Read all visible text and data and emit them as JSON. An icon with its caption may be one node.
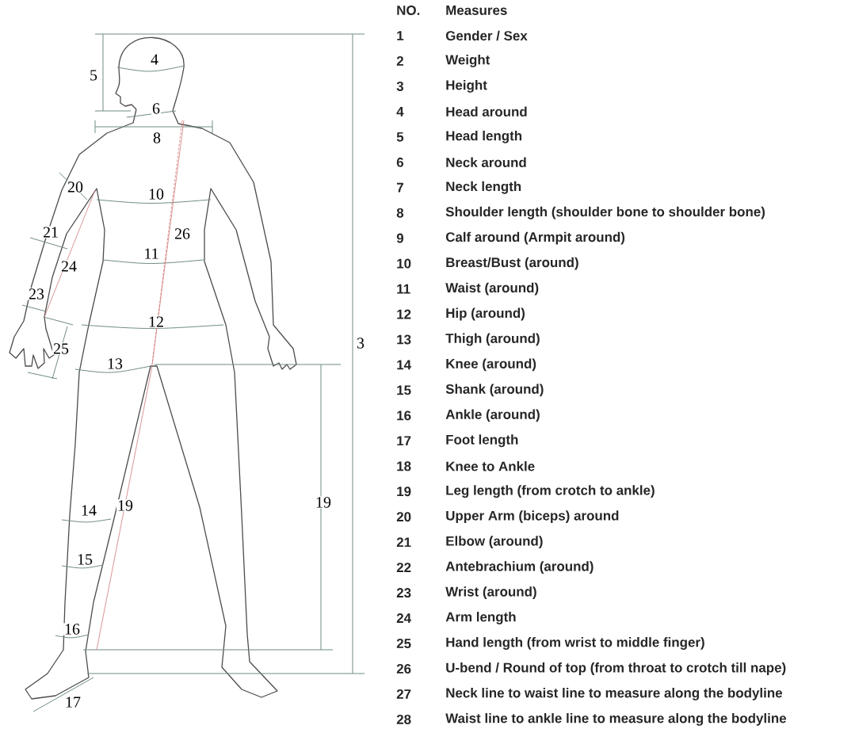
{
  "diagram": {
    "labels": [
      "4",
      "5",
      "6",
      "8",
      "20",
      "10",
      "21",
      "26",
      "11",
      "24",
      "23",
      "12",
      "25",
      "3",
      "13",
      "19",
      "14",
      "19",
      "15",
      "16",
      "17",
      "NO.",
      "Measures",
      "1",
      "Gender / Sex",
      "2",
      "Weight",
      "3",
      "Height",
      "4",
      "Head around",
      "5",
      "Head length",
      "6",
      "Neck around",
      "7",
      "Neck length",
      "8",
      "Shoulder length (shoulder bone to shoulder bone)",
      "9",
      "Calf around (Armpit around)",
      "10",
      "Breast/Bust (around)",
      "11",
      "Waist (around)",
      "12",
      "Hip (around)",
      "13",
      "Thigh (around)",
      "14",
      "Knee (around)",
      "15",
      "Shank (around)",
      "16",
      "Ankle (around)",
      "17",
      "Foot length",
      "18",
      "Knee to Ankle",
      "19",
      "Leg length (from crotch to ankle)",
      "20",
      "Upper Arm (biceps) around",
      "21",
      "Elbow (around)",
      "22",
      "Antebrachium (around)",
      "23",
      "Wrist (around)",
      "24",
      "Arm length",
      "25",
      "Hand length (from wrist to middle finger)",
      "26",
      "U-bend / Round of top (from throat to crotch till nape)",
      "27",
      "Neck line to waist line to measure along the bodyline",
      "28",
      "Waist line to ankle line to measure along the bodyline"
    ]
  }
}
